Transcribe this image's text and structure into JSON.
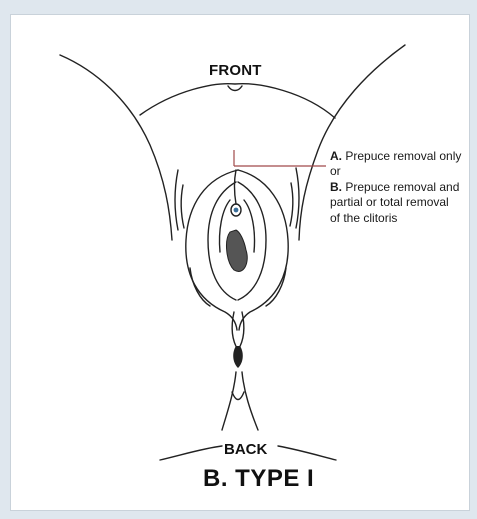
{
  "labels": {
    "front": "FRONT",
    "back": "BACK",
    "figure_title": "B. TYPE I"
  },
  "annotation": {
    "option_a_letter": "A.",
    "option_a_text": "Prepuce removal only or",
    "option_b_letter": "B.",
    "option_b_text": "Prepuce removal and partial or total removal of the clitoris",
    "leader_line_color": "#a0494a"
  },
  "colors": {
    "background": "#dfe7ee",
    "panel": "#ffffff",
    "stroke": "#222222",
    "mark_fill": "#555555"
  }
}
